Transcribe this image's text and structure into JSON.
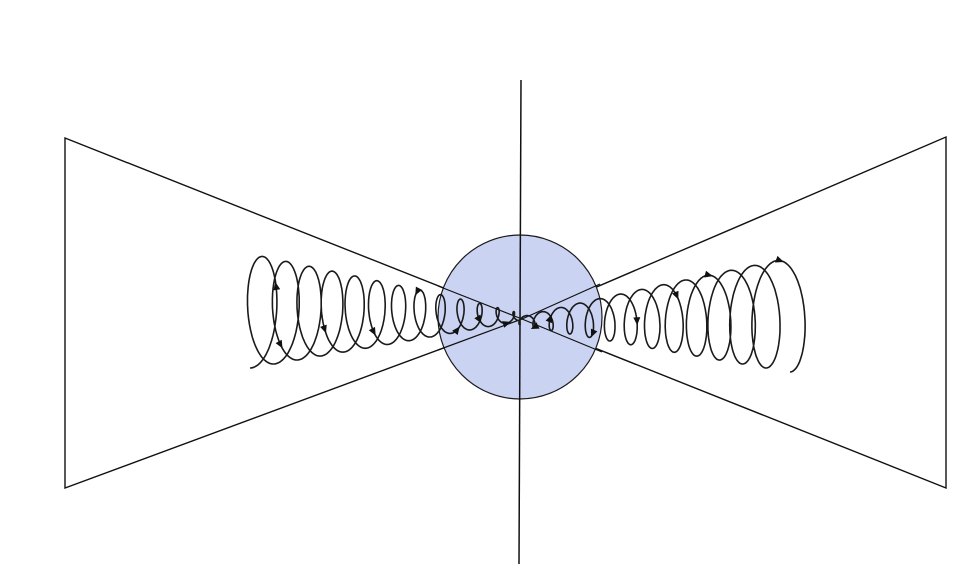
{
  "diagram": {
    "labels": [],
    "colors": {
      "stroke": "#111111",
      "sphere_fill": "#cbd3f2",
      "sphere_stroke": "#1a1a1a",
      "background": "#ffffff"
    },
    "elements": {
      "left_cone": "left-cone-outline",
      "right_cone": "right-cone-outline",
      "axis": "vertical-axis",
      "sphere": "central-sphere",
      "trajectory": "helical-trajectory",
      "arrows": "direction-arrowheads"
    }
  }
}
